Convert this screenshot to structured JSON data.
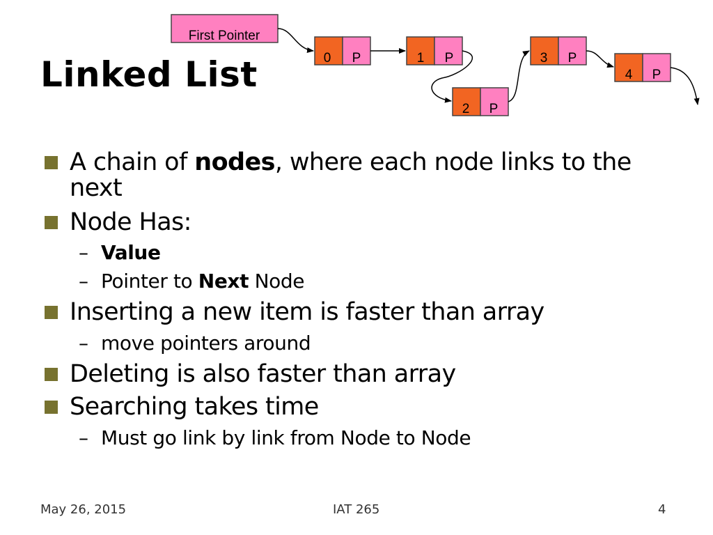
{
  "slide": {
    "title": "Linked List",
    "diagram": {
      "first_pointer_label": "First Pointer",
      "nodes": [
        {
          "value": "0",
          "pointer": "P"
        },
        {
          "value": "1",
          "pointer": "P"
        },
        {
          "value": "2",
          "pointer": "P"
        },
        {
          "value": "3",
          "pointer": "P"
        },
        {
          "value": "4",
          "pointer": "P"
        }
      ],
      "colors": {
        "value_cell": "#f26522",
        "pointer_cell": "#ff80c0",
        "label_box": "#ff80c0"
      }
    },
    "bullets": {
      "b1_pre": "A chain of ",
      "b1_bold": "nodes",
      "b1_post": ", where each node links to the next",
      "b2": "Node Has:",
      "b2_sub1": "Value",
      "b2_sub2_pre": "Pointer to ",
      "b2_sub2_bold": "Next",
      "b2_sub2_post": " Node",
      "b3": "Inserting a new item is faster than array",
      "b3_sub1": "move pointers around",
      "b4": "Deleting is also faster than array",
      "b5": "Searching takes time",
      "b5_sub1": "Must go link by link from Node to Node",
      "dash": "–"
    },
    "bullet_color": "#77722f",
    "footer": {
      "date": "May 26, 2015",
      "course": "IAT 265",
      "page": "4"
    }
  }
}
